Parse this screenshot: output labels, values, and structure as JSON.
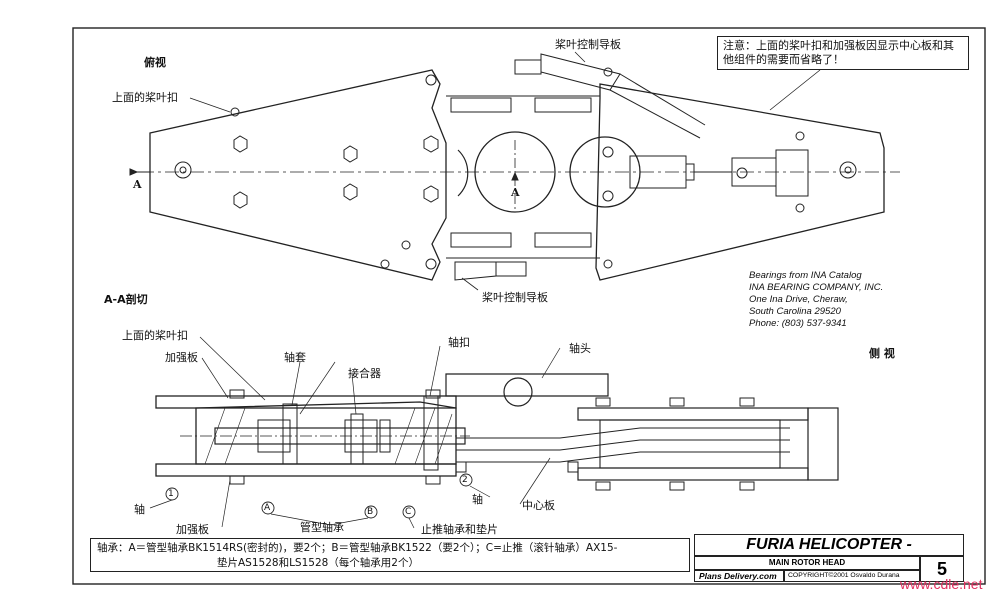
{
  "top_view": {
    "title": "俯视",
    "upper_blade_grip": "上面的桨叶扣",
    "pitch_guide_top": "桨叶控制导板",
    "pitch_guide_bottom": "桨叶控制导板",
    "section_mark": "A"
  },
  "note": {
    "text": "注意：上面的桨叶扣和加强板因显示中心板和其他组件的需要而省略了！"
  },
  "section_view": {
    "title": "A-A剖切",
    "upper_blade_grip": "上面的桨叶扣",
    "reinforcement_plate_top": "加强板",
    "sleeve": "轴套",
    "coupler": "接合器",
    "shaft_clamp": "轴扣",
    "hub": "轴头",
    "shaft": "轴",
    "reinforcement_plate_bottom": "加强板",
    "tube_bearing": "管型轴承",
    "thrust_bearing_washer": "止推轴承和垫片",
    "shaft2": "轴",
    "center_plate": "中心板",
    "marker_1": "1",
    "marker_2": "2",
    "marker_a": "A",
    "marker_b": "B",
    "marker_c": "C"
  },
  "side_view": {
    "title": "侧 视"
  },
  "ina_info": {
    "line1": "Bearings from INA Catalog",
    "line2": "INA BEARING COMPANY, INC.",
    "line3": "One Ina Drive, Cheraw,",
    "line4": "South Carolina 29520",
    "line5": "Phone: (803) 537-9341"
  },
  "bearing_note": {
    "line1": "轴承：A＝管型轴承BK1514RS(密封的)，要2个；B＝管型轴承BK1522（要2个）；C=止推（滚针轴承）AX15-",
    "line2": "垫片AS1528和LS1528（每个轴承用2个）"
  },
  "title_block": {
    "title": "FURIA HELICOPTER -",
    "subtitle": "MAIN ROTOR HEAD",
    "publisher": "Plans Delivery.com",
    "copyright": "COPYRIGHT©2001 Osvaldo Durana",
    "sheet_number": "5"
  },
  "watermark": "www.cdle.net"
}
